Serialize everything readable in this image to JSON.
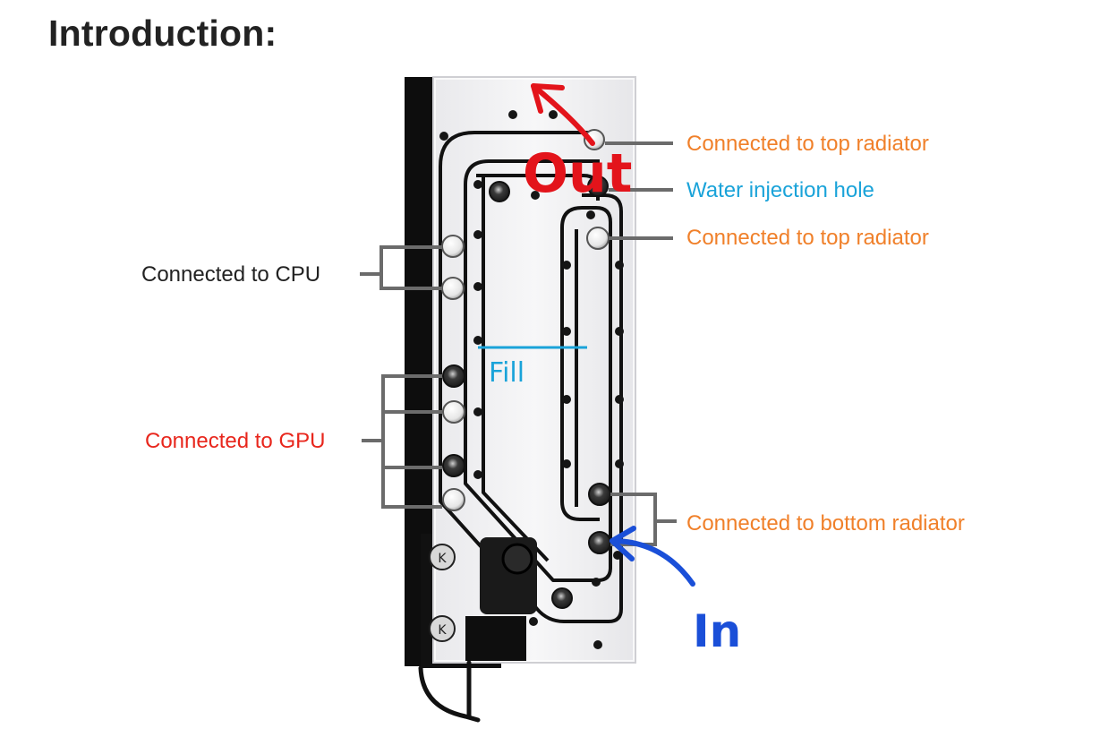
{
  "title": "Introduction:",
  "labels": {
    "top_radiator_1": "Connected to top radiator",
    "water_injection": "Water injection hole",
    "top_radiator_2": "Connected to top radiator",
    "cpu": "Connected to CPU",
    "gpu": "Connected to GPU",
    "bottom_radiator": "Connected to bottom radiator"
  },
  "annotations": {
    "out": "Out",
    "in": "In",
    "fill": "Fill"
  },
  "colors": {
    "orange": "#f0802a",
    "cyan": "#1aa3d9",
    "red_label": "#e8261c",
    "out_red": "#e3141b",
    "in_blue": "#1a4fd8",
    "leader_gray": "#6b6b6b"
  }
}
